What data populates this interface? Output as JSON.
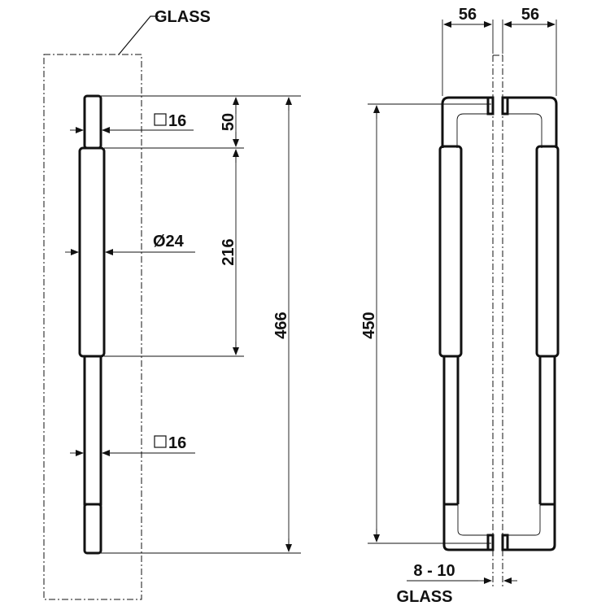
{
  "labels": {
    "glass_top": "GLASS",
    "glass_bottom": "GLASS",
    "gap": "8 - 10"
  },
  "dimensions": {
    "square_top": "16",
    "square_bottom": "16",
    "diameter": "Ø24",
    "d50": "50",
    "d216": "216",
    "d466": "466",
    "d450": "450",
    "d56_left": "56",
    "d56_right": "56"
  }
}
